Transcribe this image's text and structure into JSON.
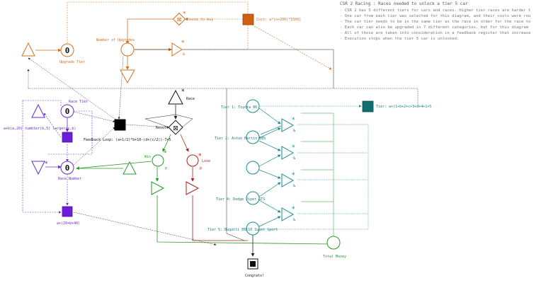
{
  "description": {
    "title": "CSR 2 Racing : Races needed to unlock a tier 5 car",
    "lines": [
      "- CSR 2 has 5 different tiers for cars and races. Higher tier races are harder t",
      "- One car from each tier was selected for this diagram, and their costs were rou",
      "- The car tier needs to be in the same tier as the race in order for the race to",
      "- Each car can also be upgraded in 7 different categories, but for this diagram",
      "- All of those are taken into consideration in a feedback register that increase",
      "- Execution stops when the tier 5 car is unlocked."
    ]
  },
  "nodes": {
    "upgrade_tier": {
      "label": "Upgrade Tier",
      "value": "0"
    },
    "race_tier": {
      "label": "Race Tier",
      "value": "0"
    },
    "race_number": {
      "label": "Race Number",
      "value": "0"
    },
    "number_of_upgrades": {
      "label": "Number of Upgrades"
    },
    "choose_to_buy": {
      "label": "Choose to buy"
    },
    "cost": {
      "label": "Cost: a*(n+200)*1500]"
    },
    "race": {
      "label": "Race"
    },
    "result": {
      "label": "Result"
    },
    "win": {
      "label": "Win",
      "badge": "p"
    },
    "lose": {
      "label": "Lose",
      "badge": "p"
    },
    "feedback_loop": {
      "label": "Feedback Loop: (a+1/2)*b+10-(d+(c/2))-7+5"
    },
    "randomizer": {
      "label": "a+b(a,20) tumbler(b,5) larger(c,b)"
    },
    "race_number_formula": {
      "label": "a+(20+b+40)"
    },
    "tier_register": {
      "label": "Tier: a+(1+b+2+c+3+d+4+1+5"
    },
    "total_money": {
      "label": "Total Money"
    },
    "congrats": {
      "label": "Congrats!"
    },
    "gate_marks": {
      "star": "*",
      "amp": "&"
    }
  },
  "tiers": [
    {
      "label": "Tier 1: Toyota 86"
    },
    {
      "label": "Tier 2: Aston Martin DB5"
    },
    {
      "label": ""
    },
    {
      "label": "Tier 4: Dodge Viper GTS"
    },
    {
      "label": "Tier 5: Bugatti EB110 Super Sport"
    }
  ]
}
